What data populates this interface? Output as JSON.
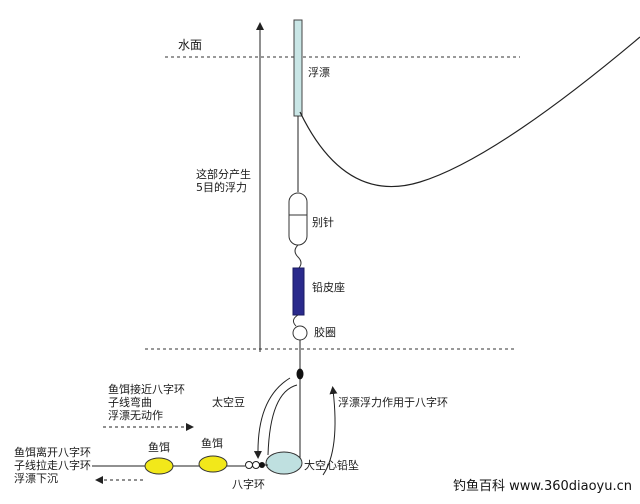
{
  "labels": {
    "water_surface": "水面",
    "float": "浮漂",
    "buoyancy_section": [
      "这部分产生",
      "5目的浮力"
    ],
    "pin": "别针",
    "lead_seat": "铅皮座",
    "rubber_ring": "胶圈",
    "space_bean": "太空豆",
    "float_buoyancy_to_ring": "浮漂浮力作用于八字环",
    "bait_near_ring": [
      "鱼饵接近八字环",
      "子线弯曲",
      "浮漂无动作"
    ],
    "bait_away_ring": [
      "鱼饵离开八字环",
      "子线拉走八字环",
      "浮漂下沉"
    ],
    "bait_1": "鱼饵",
    "bait_2": "鱼饵",
    "figure_eight_ring": "八字环",
    "hollow_sinker": "大空心铅坠"
  },
  "watermark": {
    "cn": "钓鱼百科",
    "url": "www.360diaoyu.cn"
  },
  "colors": {
    "float_fill": "#c9e6e6",
    "lead_seat_fill": "#2a2a8c",
    "bait_fill": "#f2e81a",
    "sinker_fill": "#bfe0e0",
    "line": "#222222"
  }
}
